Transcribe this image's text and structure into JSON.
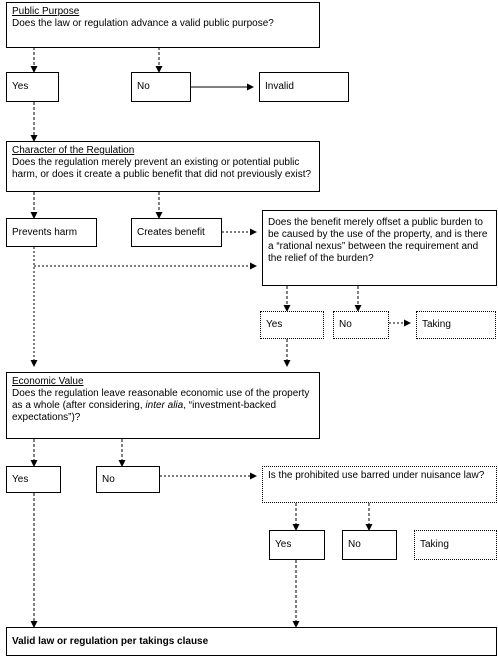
{
  "public_purpose": {
    "heading": "Public Purpose",
    "question": "Does the law or regulation advance a valid public purpose?"
  },
  "pp_yes": "Yes",
  "pp_no": "No",
  "invalid": "Invalid",
  "character": {
    "heading": "Character of the Regulation",
    "question": "Does the regulation merely prevent an existing or potential public harm, or does it create a public benefit that did not previously exist?"
  },
  "prevents_harm": "Prevents harm",
  "creates_benefit": "Creates benefit",
  "nexus_question": "Does the benefit merely offset a public burden to be caused by the use of the property, and is there a “rational nexus” between the requirement and the relief of the burden?",
  "nexus_yes": "Yes",
  "nexus_no": "No",
  "nexus_taking": "Taking",
  "economic_value": {
    "heading": "Economic Value",
    "question_before": "Does the regulation leave reasonable economic use of the property as a whole (after considering, ",
    "question_italic": "inter alia",
    "question_after": ", “investment-backed expectations”)?"
  },
  "ev_yes": "Yes",
  "ev_no": "No",
  "nuisance_question": "Is the prohibited use barred under nuisance law?",
  "nuisance_yes": "Yes",
  "nuisance_no": "No",
  "nuisance_taking": "Taking",
  "valid": "Valid law or regulation per takings clause"
}
